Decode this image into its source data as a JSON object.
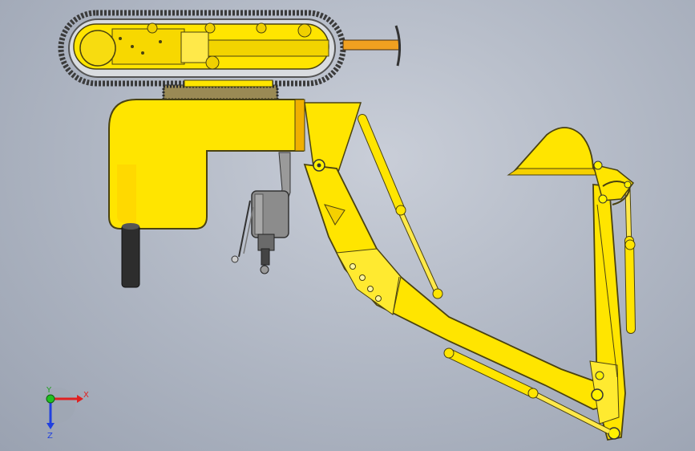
{
  "viewport": {
    "background": "#b0b7c4",
    "model_color": "#ffe500",
    "model_shadow": "#c9a400",
    "outline": "#3a3a10",
    "gear_color": "#8a7a40",
    "track_color": "#4a4a4a",
    "grey_part": "#8c8c8c",
    "dark_part": "#2d2d2d",
    "orange_rod": "#f0a020"
  },
  "triad": {
    "x_label": "X",
    "y_label": "Y",
    "z_label": "Z",
    "x_color": "#e02020",
    "y_color": "#20c020",
    "z_color": "#2040e0"
  }
}
